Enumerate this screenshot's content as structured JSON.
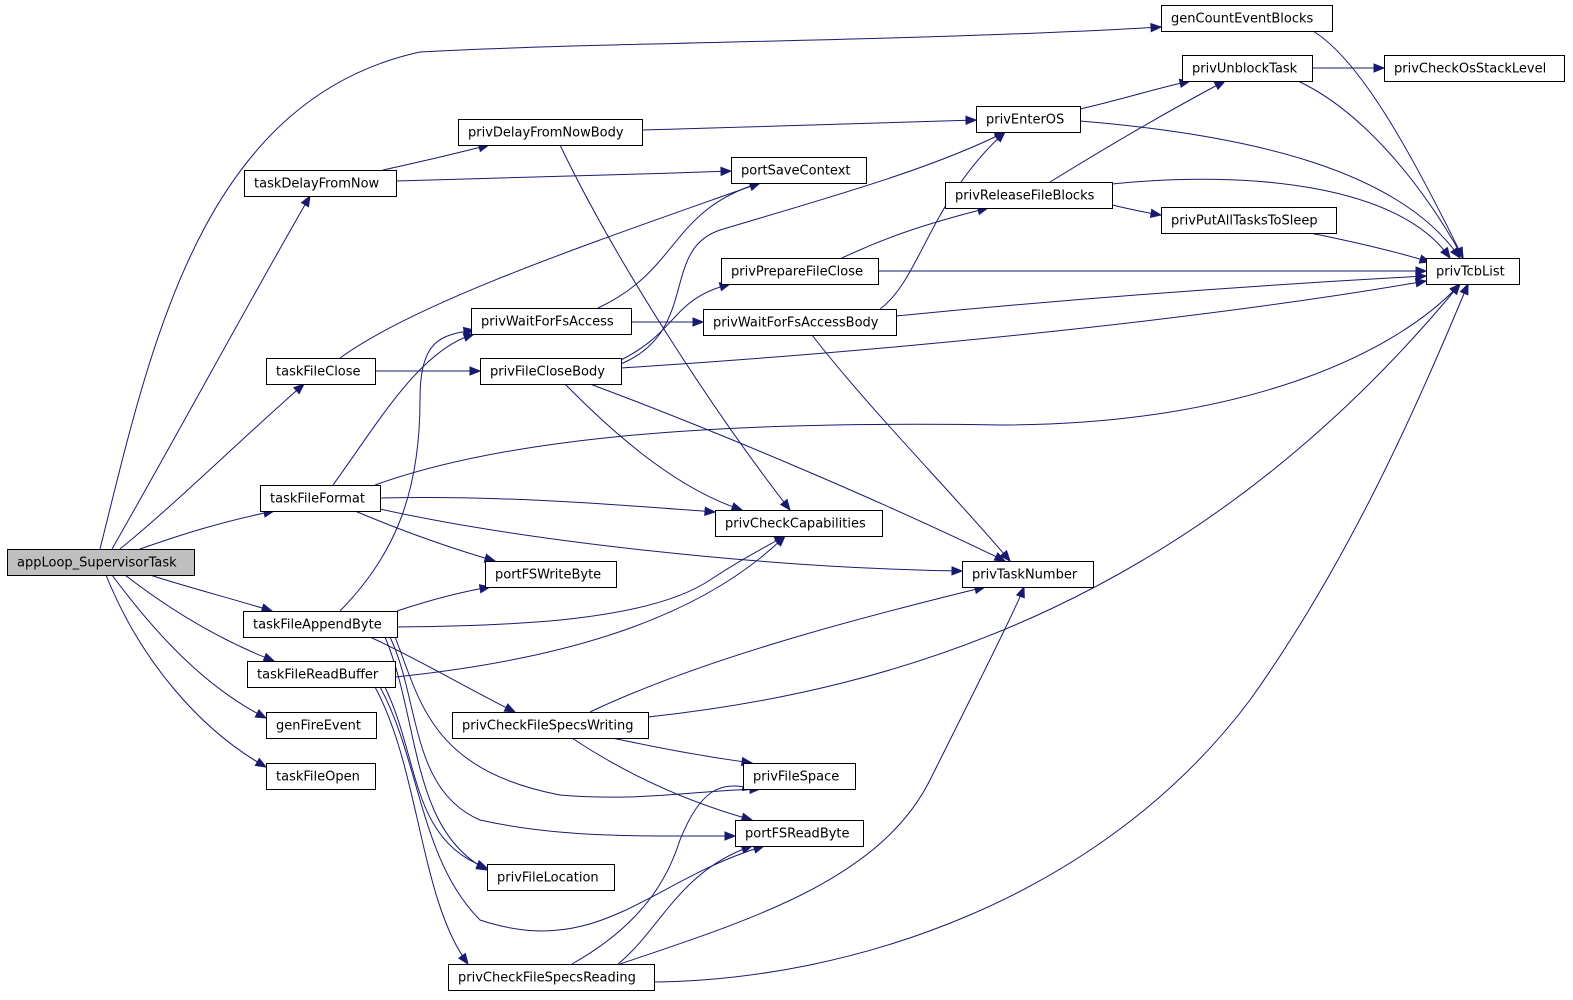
{
  "graph": {
    "colors": {
      "edge": "#191970",
      "node_fill": "#ffffff",
      "root_fill": "#bfbfbf",
      "border": "#000000"
    },
    "nodes": [
      {
        "id": "appLoop_SupervisorTask",
        "label": "appLoop_SupervisorTask",
        "root": true
      },
      {
        "id": "genCountEventBlocks",
        "label": "genCountEventBlocks"
      },
      {
        "id": "privUnblockTask",
        "label": "privUnblockTask"
      },
      {
        "id": "privCheckOsStackLevel",
        "label": "privCheckOsStackLevel"
      },
      {
        "id": "privEnterOS",
        "label": "privEnterOS"
      },
      {
        "id": "privDelayFromNowBody",
        "label": "privDelayFromNowBody"
      },
      {
        "id": "portSaveContext",
        "label": "portSaveContext"
      },
      {
        "id": "taskDelayFromNow",
        "label": "taskDelayFromNow"
      },
      {
        "id": "privReleaseFileBlocks",
        "label": "privReleaseFileBlocks"
      },
      {
        "id": "privPutAllTasksToSleep",
        "label": "privPutAllTasksToSleep"
      },
      {
        "id": "privPrepareFileClose",
        "label": "privPrepareFileClose"
      },
      {
        "id": "privTcbList",
        "label": "privTcbList"
      },
      {
        "id": "privWaitForFsAccess",
        "label": "privWaitForFsAccess"
      },
      {
        "id": "privWaitForFsAccessBody",
        "label": "privWaitForFsAccessBody"
      },
      {
        "id": "taskFileClose",
        "label": "taskFileClose"
      },
      {
        "id": "privFileCloseBody",
        "label": "privFileCloseBody"
      },
      {
        "id": "taskFileFormat",
        "label": "taskFileFormat"
      },
      {
        "id": "privCheckCapabilities",
        "label": "privCheckCapabilities"
      },
      {
        "id": "privTaskNumber",
        "label": "privTaskNumber"
      },
      {
        "id": "portFSWriteByte",
        "label": "portFSWriteByte"
      },
      {
        "id": "taskFileAppendByte",
        "label": "taskFileAppendByte"
      },
      {
        "id": "taskFileReadBuffer",
        "label": "taskFileReadBuffer"
      },
      {
        "id": "privCheckFileSpecsWriting",
        "label": "privCheckFileSpecsWriting"
      },
      {
        "id": "genFireEvent",
        "label": "genFireEvent"
      },
      {
        "id": "taskFileOpen",
        "label": "taskFileOpen"
      },
      {
        "id": "privFileSpace",
        "label": "privFileSpace"
      },
      {
        "id": "portFSReadByte",
        "label": "portFSReadByte"
      },
      {
        "id": "privFileLocation",
        "label": "privFileLocation"
      },
      {
        "id": "privCheckFileSpecsReading",
        "label": "privCheckFileSpecsReading"
      }
    ],
    "edges": [
      {
        "from": "appLoop_SupervisorTask",
        "to": "genCountEventBlocks"
      },
      {
        "from": "appLoop_SupervisorTask",
        "to": "taskDelayFromNow"
      },
      {
        "from": "appLoop_SupervisorTask",
        "to": "taskFileClose"
      },
      {
        "from": "appLoop_SupervisorTask",
        "to": "taskFileFormat"
      },
      {
        "from": "appLoop_SupervisorTask",
        "to": "taskFileAppendByte"
      },
      {
        "from": "appLoop_SupervisorTask",
        "to": "taskFileReadBuffer"
      },
      {
        "from": "appLoop_SupervisorTask",
        "to": "genFireEvent"
      },
      {
        "from": "appLoop_SupervisorTask",
        "to": "taskFileOpen"
      },
      {
        "from": "genCountEventBlocks",
        "to": "privTcbList"
      },
      {
        "from": "privUnblockTask",
        "to": "privCheckOsStackLevel"
      },
      {
        "from": "privUnblockTask",
        "to": "privTcbList"
      },
      {
        "from": "privEnterOS",
        "to": "privUnblockTask"
      },
      {
        "from": "privEnterOS",
        "to": "privTcbList"
      },
      {
        "from": "privDelayFromNowBody",
        "to": "privEnterOS"
      },
      {
        "from": "privDelayFromNowBody",
        "to": "privCheckCapabilities"
      },
      {
        "from": "taskDelayFromNow",
        "to": "privDelayFromNowBody"
      },
      {
        "from": "taskDelayFromNow",
        "to": "portSaveContext"
      },
      {
        "from": "privReleaseFileBlocks",
        "to": "privUnblockTask"
      },
      {
        "from": "privReleaseFileBlocks",
        "to": "privPutAllTasksToSleep"
      },
      {
        "from": "privReleaseFileBlocks",
        "to": "privTcbList"
      },
      {
        "from": "privPutAllTasksToSleep",
        "to": "privTcbList"
      },
      {
        "from": "privPrepareFileClose",
        "to": "privReleaseFileBlocks"
      },
      {
        "from": "privPrepareFileClose",
        "to": "privTcbList"
      },
      {
        "from": "privWaitForFsAccess",
        "to": "portSaveContext"
      },
      {
        "from": "privWaitForFsAccess",
        "to": "privWaitForFsAccessBody"
      },
      {
        "from": "privWaitForFsAccessBody",
        "to": "privEnterOS"
      },
      {
        "from": "privWaitForFsAccessBody",
        "to": "privTcbList"
      },
      {
        "from": "privWaitForFsAccessBody",
        "to": "privTaskNumber"
      },
      {
        "from": "taskFileClose",
        "to": "portSaveContext"
      },
      {
        "from": "taskFileClose",
        "to": "privFileCloseBody"
      },
      {
        "from": "privFileCloseBody",
        "to": "privEnterOS"
      },
      {
        "from": "privFileCloseBody",
        "to": "privPrepareFileClose"
      },
      {
        "from": "privFileCloseBody",
        "to": "privTcbList"
      },
      {
        "from": "privFileCloseBody",
        "to": "privCheckCapabilities"
      },
      {
        "from": "privFileCloseBody",
        "to": "privTaskNumber"
      },
      {
        "from": "taskFileFormat",
        "to": "privWaitForFsAccess"
      },
      {
        "from": "taskFileFormat",
        "to": "privTcbList"
      },
      {
        "from": "taskFileFormat",
        "to": "privCheckCapabilities"
      },
      {
        "from": "taskFileFormat",
        "to": "privTaskNumber"
      },
      {
        "from": "taskFileFormat",
        "to": "portFSWriteByte"
      },
      {
        "from": "taskFileAppendByte",
        "to": "privWaitForFsAccess"
      },
      {
        "from": "taskFileAppendByte",
        "to": "portFSWriteByte"
      },
      {
        "from": "taskFileAppendByte",
        "to": "privCheckCapabilities"
      },
      {
        "from": "taskFileAppendByte",
        "to": "privCheckFileSpecsWriting"
      },
      {
        "from": "taskFileAppendByte",
        "to": "privFileSpace"
      },
      {
        "from": "taskFileAppendByte",
        "to": "portFSReadByte"
      },
      {
        "from": "taskFileAppendByte",
        "to": "privFileLocation"
      },
      {
        "from": "taskFileReadBuffer",
        "to": "privCheckCapabilities"
      },
      {
        "from": "taskFileReadBuffer",
        "to": "privFileLocation"
      },
      {
        "from": "taskFileReadBuffer",
        "to": "portFSReadByte"
      },
      {
        "from": "taskFileReadBuffer",
        "to": "privCheckFileSpecsReading"
      },
      {
        "from": "privCheckFileSpecsWriting",
        "to": "privTaskNumber"
      },
      {
        "from": "privCheckFileSpecsWriting",
        "to": "privTcbList"
      },
      {
        "from": "privCheckFileSpecsWriting",
        "to": "privFileSpace"
      },
      {
        "from": "privCheckFileSpecsWriting",
        "to": "portFSReadByte"
      },
      {
        "from": "privCheckFileSpecsReading",
        "to": "privFileSpace"
      },
      {
        "from": "privCheckFileSpecsReading",
        "to": "portFSReadByte"
      },
      {
        "from": "privCheckFileSpecsReading",
        "to": "privTaskNumber"
      },
      {
        "from": "privCheckFileSpecsReading",
        "to": "privTcbList"
      }
    ]
  }
}
